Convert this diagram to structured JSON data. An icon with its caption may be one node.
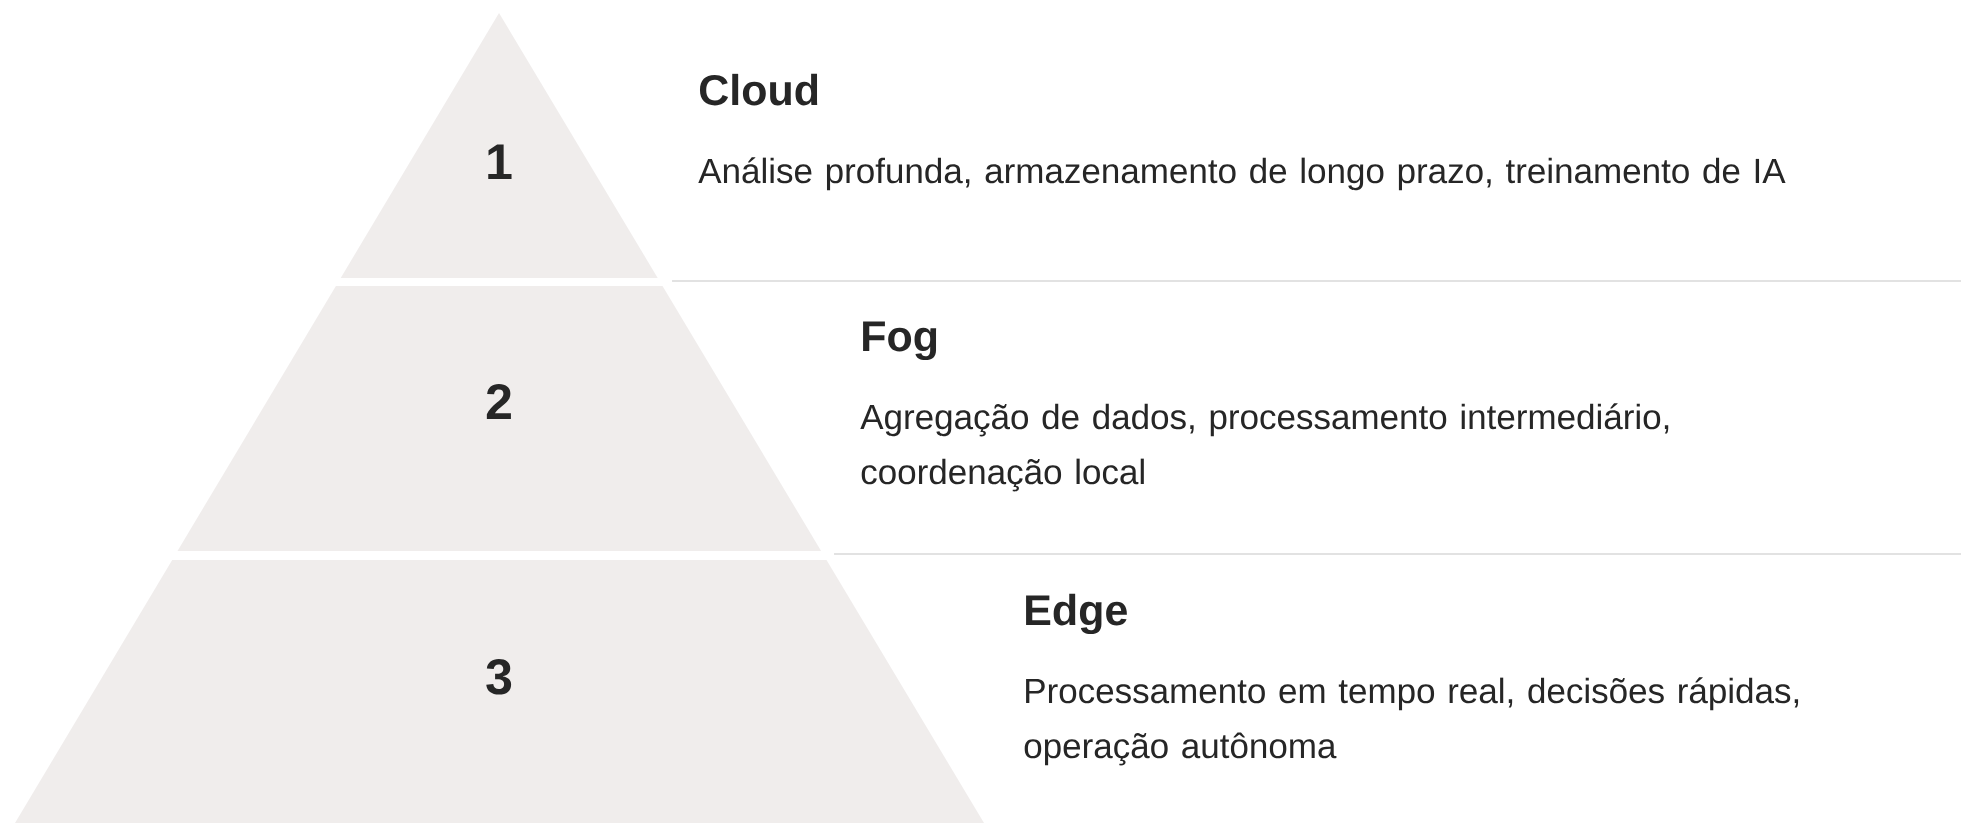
{
  "diagram": {
    "nodes": [
      {
        "text": [
          "1"
        ],
        "beside": [
          "Cloud",
          "Análise profunda, armazenamento de longo prazo, treinamento de IA"
        ]
      },
      {
        "text": [
          "2"
        ],
        "beside": [
          "Fog",
          "Agregação de dados, processamento intermediário, coordenação local"
        ]
      },
      {
        "text": [
          "3"
        ],
        "beside": [
          "Edge",
          "Processamento em tempo real, decisões rápidas, operação autônoma"
        ]
      }
    ]
  }
}
